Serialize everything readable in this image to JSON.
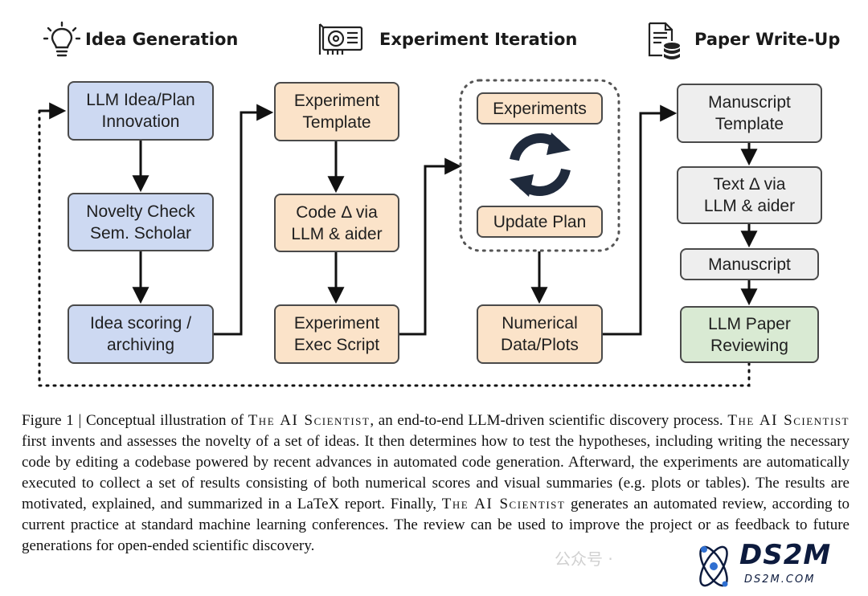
{
  "headers": {
    "idea": "Idea Generation",
    "experiment": "Experiment Iteration",
    "paper": "Paper Write-Up"
  },
  "icons": {
    "idea": "lightbulb-icon",
    "experiment": "gpu-card-icon",
    "paper": "document-database-icon",
    "loop": "refresh-cycle-icon"
  },
  "boxes": {
    "llm_idea": "LLM Idea/Plan\nInnovation",
    "novelty": "Novelty Check\nSem. Scholar",
    "scoring": "Idea scoring /\narchiving",
    "exp_template": "Experiment\nTemplate",
    "code_delta": "Code Δ via\nLLM & aider",
    "exec_script": "Experiment\nExec Script",
    "experiments": "Experiments",
    "update_plan": "Update Plan",
    "numerical": "Numerical\nData/Plots",
    "manuscript_template": "Manuscript\nTemplate",
    "text_delta": "Text Δ via\nLLM & aider",
    "manuscript": "Manuscript",
    "reviewing": "LLM Paper\nReviewing"
  },
  "colors": {
    "idea_box": "#cdd9f2",
    "experiment_box": "#fbe3c9",
    "paper_box": "#eeeeee",
    "review_box": "#d9ead3",
    "loop_icon": "#1f2a3c",
    "arrow": "#111111"
  },
  "caption": {
    "part1": "Figure 1 | Conceptual illustration of ",
    "name": "The AI Scientist",
    "part2": ", an end-to-end LLM-driven scientific discovery process. ",
    "part3": " first invents and assesses the novelty of a set of ideas. It then determines how to test the hypotheses, including writing the necessary code by editing a codebase powered by recent advances in automated code generation. Afterward, the experiments are automatically executed to collect a set of results consisting of both numerical scores and visual summaries (e.g. plots or tables). The results are motivated, explained, and summarized in a LaTeX report. Finally, ",
    "part4": " generates an automated review, according to current practice at standard machine learning conferences. The review can be used to improve the project or as feedback to future generations for open-ended scientific discovery."
  },
  "watermark": {
    "wechat": "公众号 ·",
    "logo_main": "DS2M",
    "logo_sub": "DS2M.COM"
  }
}
